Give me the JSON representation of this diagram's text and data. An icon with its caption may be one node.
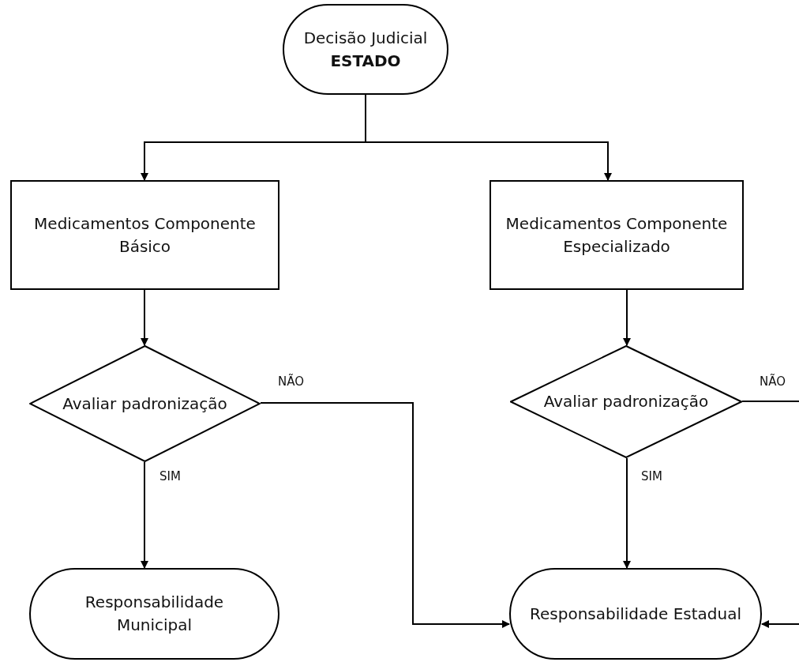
{
  "diagram": {
    "nodes": [
      {
        "text": [
          "Decisão Judicial **ESTADO**"
        ]
      },
      {
        "text": [
          "Medicamentos Componente Básico"
        ]
      },
      {
        "text": [
          "Medicamentos Componente Especializado"
        ]
      },
      {
        "text": [
          "Avaliar padronização"
        ]
      },
      {
        "text": [
          "Avaliar padronização"
        ]
      },
      {
        "text": [
          "Responsabilidade Municipal"
        ]
      },
      {
        "text": [
          "Responsabilidade Estadual"
        ]
      }
    ],
    "edges": [
      {
        "from": 0,
        "to": 1,
        "arrow": "to"
      },
      {
        "from": 0,
        "to": 2,
        "arrow": "to"
      },
      {
        "from": 1,
        "to": 3,
        "arrow": "to"
      },
      {
        "from": 2,
        "to": 4,
        "arrow": "to"
      },
      {
        "from": 3,
        "to": 5,
        "arrow": "to",
        "label": "SIM"
      },
      {
        "from": 3,
        "to": 6,
        "arrow": "to",
        "label": "NÃO"
      },
      {
        "from": 4,
        "to": 6,
        "arrow": "to",
        "label": "SIM"
      },
      {
        "from": 4,
        "to": null,
        "arrow": "none",
        "label": "NÃO"
      },
      {
        "from": null,
        "to": 6,
        "arrow": "to"
      }
    ]
  }
}
